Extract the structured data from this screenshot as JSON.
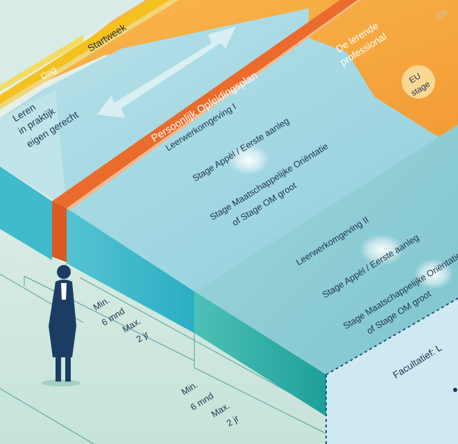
{
  "timeline": {
    "dag": "Dag",
    "startweek": "Startweek",
    "clipped_corner": "Ele"
  },
  "strip": {
    "label": "Persoonlijk Opleidingsplan"
  },
  "leren": {
    "line1": "Leren",
    "line2": "in praktijk",
    "line3": "eigen gerecht"
  },
  "lerende": {
    "line1": "De lerende",
    "line2": "professional"
  },
  "eu_stage": {
    "line1": "EU",
    "line2": "stage"
  },
  "omgeving1": {
    "title": "Leerwerkomgeving I",
    "stage1": "Stage Appèl / Eerste aanleg",
    "stage2_line1": "Stage Maatschappelijke Oriëntatie",
    "stage2_line2": "of Stage OM groot"
  },
  "omgeving2": {
    "title": "Leerwerkomgeving II",
    "stage1": "Stage Appèl / Eerste aanleg",
    "stage2_line1": "Stage Maatschappelijke Oriëntatie",
    "stage2_line2": "of Stage OM groot"
  },
  "duration1": {
    "line1": "Min.",
    "line2": "6 mnd",
    "line3": "Max.",
    "line4": "2 jr"
  },
  "duration2": {
    "line1": "Min.",
    "line2": "6 mnd",
    "line3": "Max.",
    "line4": "2 jr"
  },
  "facultatief": {
    "label": "Facultatief:  L"
  },
  "colors": {
    "background": "#e8f1ea",
    "orange": "#f6a640",
    "strip": "#ea6b2b",
    "yellow": "#f5c11f",
    "teal_top": "#a9dbe4",
    "teal_side": "#35b7c9",
    "dark_teal_side": "#26a79e",
    "figure": "#1c3d63"
  }
}
